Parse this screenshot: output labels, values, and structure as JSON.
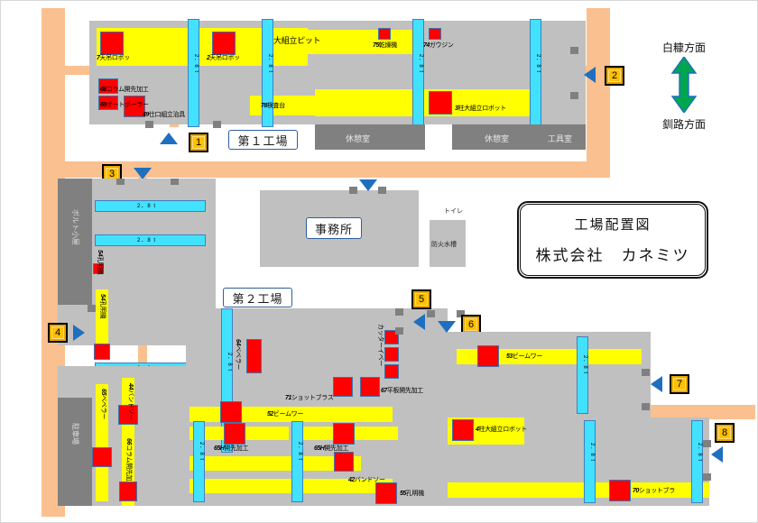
{
  "title_block": {
    "line1": "工場配置図",
    "line2": "株式会社　カネミツ"
  },
  "direction": {
    "north_label": "白糠方面",
    "south_label": "釧路方面",
    "arrow_color": "#00a550"
  },
  "callouts": {
    "factory1": "第１工場",
    "factory2": "第２工場",
    "office": "事務所"
  },
  "markers": [
    {
      "id": "1",
      "label": "1"
    },
    {
      "id": "2",
      "label": "2"
    },
    {
      "id": "3",
      "label": "3"
    },
    {
      "id": "4",
      "label": "4"
    },
    {
      "id": "5",
      "label": "5"
    },
    {
      "id": "6",
      "label": "6"
    },
    {
      "id": "7",
      "label": "7"
    },
    {
      "id": "8",
      "label": "8"
    }
  ],
  "rooms": {
    "rest1": "休憩室",
    "rest2": "休憩室",
    "tool": "工具室",
    "toilet": "トイレ",
    "water_tank": "防火水槽",
    "bolt_warehouse": "ボルト小屋",
    "parking": "駐車場"
  },
  "crane_label": "2．8 t",
  "factory1_machines": [
    {
      "num": "7",
      "name": "天吊ロボッ"
    },
    {
      "num": "2",
      "name": "天吊ロボッ"
    },
    {
      "num": "68",
      "name": "コラム開先加工"
    },
    {
      "num": "69",
      "name": "オートポーラー"
    },
    {
      "num": "49",
      "name": "仕口組立治具"
    },
    {
      "num": "",
      "name": "大組立ピット"
    },
    {
      "num": "75",
      "name": "乾燥機"
    },
    {
      "num": "74",
      "name": "ガウジン"
    },
    {
      "num": "78",
      "name": "検査台"
    },
    {
      "num": "3",
      "name": "柱大組立ロボット"
    }
  ],
  "factory2_machines": [
    {
      "num": "54",
      "name": "孔明機"
    },
    {
      "num": "65",
      "name": "ベベラー"
    },
    {
      "num": "44",
      "name": "バンドソー"
    },
    {
      "num": "66",
      "name": "コラム開先加工"
    },
    {
      "num": "64",
      "name": "ベベラー"
    },
    {
      "num": "",
      "name": "カッターイベー"
    },
    {
      "num": "67",
      "name": "平板開先加工"
    },
    {
      "num": "71",
      "name": "ショットブラス"
    },
    {
      "num": "52",
      "name": "ビームワー"
    },
    {
      "num": "53",
      "name": "ビームワー"
    },
    {
      "num": "4",
      "name": "柱大組立ロボット"
    },
    {
      "num": "65H",
      "name": "開先加工"
    },
    {
      "num": "65H",
      "name": "開先加工"
    },
    {
      "num": "42",
      "name": "バンドソー"
    },
    {
      "num": "55",
      "name": "孔明機"
    },
    {
      "num": "70",
      "name": "ショットブラ"
    }
  ],
  "colors": {
    "floor": "#c0c0c0",
    "dark_floor": "#808080",
    "road": "#fac090",
    "machine_bar": "#ffff00",
    "machine_unit": "#ff0000",
    "crane": "#42e2ff",
    "marker": "#ffc000",
    "pointer": "#1f6fc0"
  }
}
